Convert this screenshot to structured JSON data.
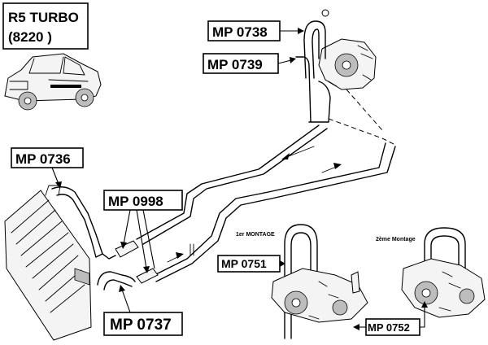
{
  "title": {
    "line1": "R5 TURBO",
    "line2": "(8220 )"
  },
  "labels": {
    "mp0738": "MP 0738",
    "mp0739": "MP 0739",
    "mp0736": "MP 0736",
    "mp0998": "MP 0998",
    "mp0737": "MP 0737",
    "mp0751": "MP 0751",
    "mp0752": "MP 0752"
  },
  "montage": {
    "first": "1er MONTAGE",
    "second": "2ème Montage"
  }
}
